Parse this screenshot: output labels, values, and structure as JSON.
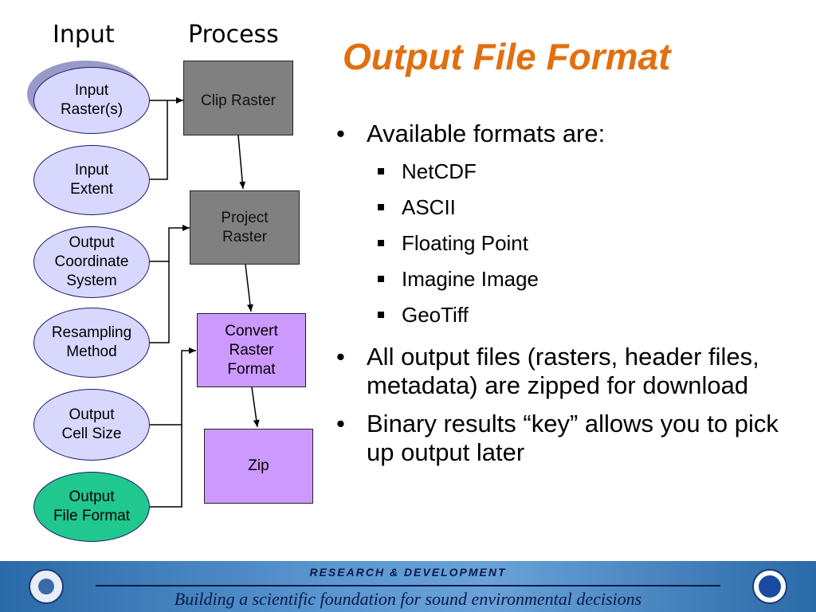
{
  "columns": {
    "input": "Input",
    "process": "Process"
  },
  "title": "Output File Format",
  "inputs": [
    {
      "label": "Input\nRaster(s)"
    },
    {
      "label": "Input\nExtent"
    },
    {
      "label": "Output\nCoordinate\nSystem"
    },
    {
      "label": "Resampling\nMethod"
    },
    {
      "label": "Output\nCell Size"
    },
    {
      "label": "Output\nFile Format"
    }
  ],
  "processes": [
    {
      "label": "Clip Raster"
    },
    {
      "label": "Project\nRaster"
    },
    {
      "label": "Convert\nRaster\nFormat"
    },
    {
      "label": "Zip"
    }
  ],
  "bullets": [
    {
      "text": "Available formats are:",
      "sub": [
        "NetCDF",
        "ASCII",
        "Floating Point",
        "Imagine Image",
        "GeoTiff"
      ]
    },
    {
      "text": "All output files (rasters, header files, metadata) are zipped for download",
      "sub": []
    },
    {
      "text": "Binary results “key” allows you to pick up output later",
      "sub": []
    }
  ],
  "footer": {
    "line1": "RESEARCH & DEVELOPMENT",
    "line2": "Building a scientific foundation for sound environmental decisions"
  },
  "colors": {
    "title": "#e07010",
    "input_node": "#d8d8ff",
    "highlight_node": "#20c890",
    "process_gray": "#808080",
    "process_purple": "#cc99ff"
  }
}
